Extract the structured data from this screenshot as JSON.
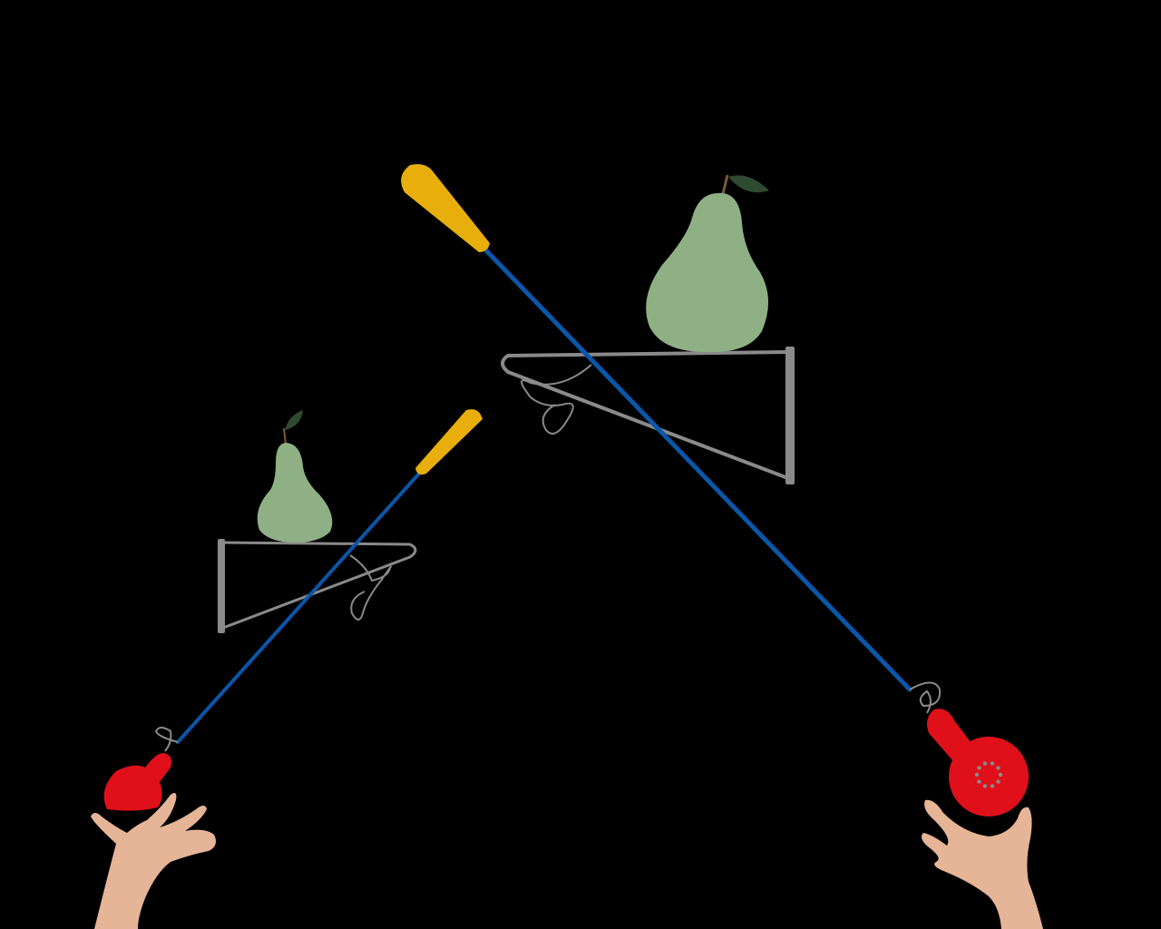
{
  "scene": {
    "background": "#000000",
    "colors": {
      "pear": "#8fb085",
      "pear_leaf": "#2f4a30",
      "pear_stem": "#7a5a3a",
      "shelf": "#8a8a8a",
      "rod_shaft": "#0a56a8",
      "rod_tip": "#e8ae0c",
      "reel": "#e0101a",
      "reel_dots": "#8a8a8a",
      "hand": "#e6b497"
    }
  },
  "items": [
    {
      "name": "pear-small",
      "icon": "pear-icon"
    },
    {
      "name": "pear-large",
      "icon": "pear-icon"
    },
    {
      "name": "shelf-small",
      "icon": "shelf-bracket-icon"
    },
    {
      "name": "shelf-large",
      "icon": "shelf-bracket-icon"
    },
    {
      "name": "rod-left",
      "icon": "fishing-rod-icon"
    },
    {
      "name": "rod-right",
      "icon": "fishing-rod-icon"
    },
    {
      "name": "hand-left",
      "icon": "hand-icon"
    },
    {
      "name": "hand-right",
      "icon": "hand-icon"
    }
  ]
}
